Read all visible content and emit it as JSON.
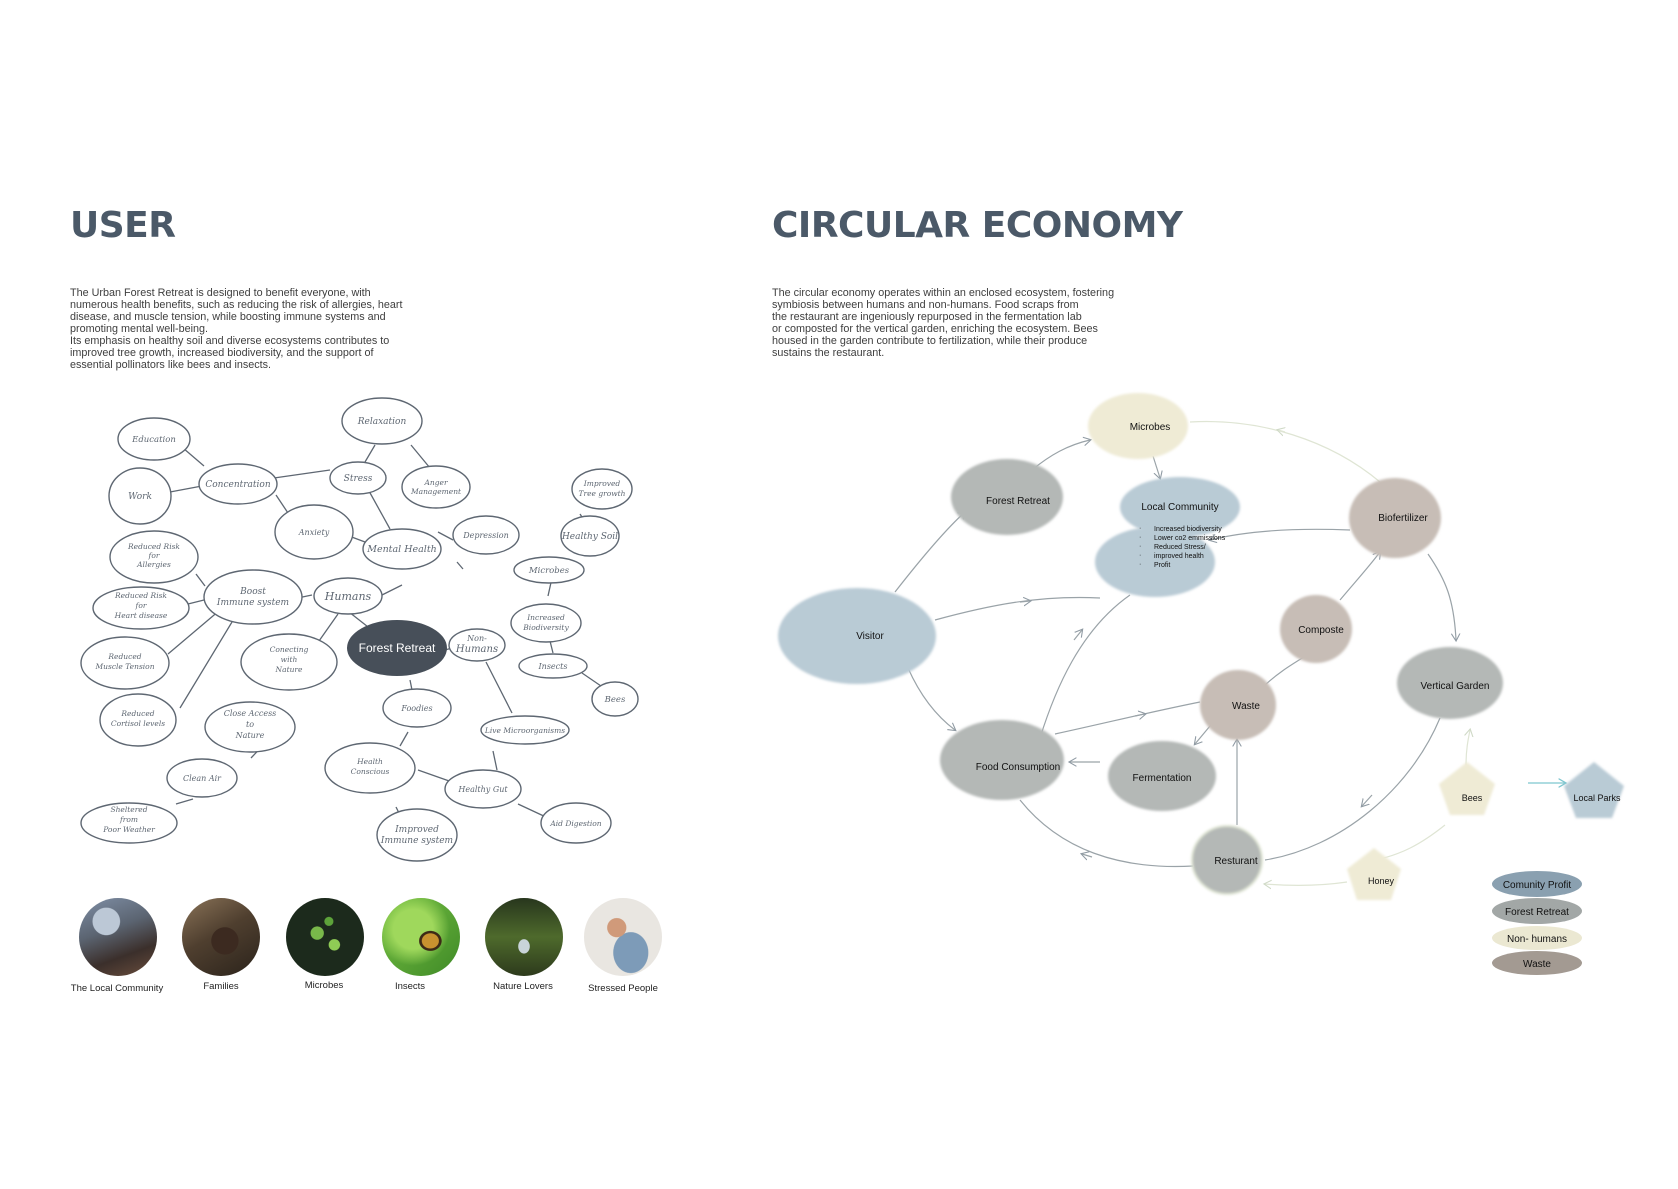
{
  "user": {
    "title": "USER",
    "intro_lines": [
      "The Urban Forest Retreat is designed to benefit everyone, with",
      "numerous health benefits, such as reducing the risk of allergies, heart",
      "disease, and muscle tension, while boosting immune systems and",
      "promoting mental well-being.",
      "Its emphasis on healthy soil and diverse ecosystems contributes to",
      "improved tree growth, increased biodiversity, and the support of",
      "essential pollinators like bees and insects."
    ],
    "mindmap": {
      "center": "Forest Retreat",
      "nodes": {
        "education": "Education",
        "relaxation": "Relaxation",
        "work": "Work",
        "concentration": "Concentration",
        "stress": "Stress",
        "anger": "Anger Management",
        "anxiety": "Anxiety",
        "mental_health": "Mental Health",
        "depression": "Depression",
        "improved_tree": "Improved Tree growth",
        "healthy_soil": "Healthy Soil",
        "microbes": "Microbes",
        "risk_allergies": "Reduced Risk for Allergies",
        "boost_immune": "Boost Immune system",
        "humans": "Humans",
        "risk_heart": "Reduced Risk for Heart disease",
        "increased_bio": "Increased Biodiversity",
        "non_humans": "Non- Humans",
        "muscle": "Reduced Muscle Tension",
        "connecting": "Conecting with Nature",
        "insects": "Insects",
        "bees": "Bees",
        "foodies": "Foodies",
        "cortisol": "Reduced Cortisol levels",
        "close_access": "Close Access to Nature",
        "live_micro": "Live Microorganisms",
        "clean_air": "Clean Air",
        "health_conscious": "Health Conscious",
        "healthy_gut": "Healthy Gut",
        "sheltered": "Sheltered from Poor Weather",
        "improved_immune": "Improved Immune system",
        "aid_digestion": "Aid Digestion"
      }
    },
    "groups": [
      {
        "label": "The Local Community"
      },
      {
        "label": "Families"
      },
      {
        "label": "Microbes"
      },
      {
        "label": "Insects"
      },
      {
        "label": "Nature Lovers"
      },
      {
        "label": "Stressed People"
      }
    ]
  },
  "circular": {
    "title": "CIRCULAR ECONOMY",
    "intro_lines": [
      "The circular economy operates within an enclosed ecosystem, fostering",
      "symbiosis between humans and non-humans. Food scraps from",
      "the restaurant are ingeniously repurposed in the fermentation lab",
      "or composted for the vertical garden, enriching the ecosystem. Bees",
      "housed in the garden contribute to fertilization, while their produce",
      "sustains the restaurant."
    ],
    "nodes": {
      "microbes": "Microbes",
      "forest_retreat": "Forest Retreat",
      "local_community": "Local Community",
      "biofertilizer": "Biofertilizer",
      "visitor": "Visitor",
      "composte": "Composte",
      "vertical_garden": "Vertical Garden",
      "waste": "Waste",
      "food_consumption": "Food Consumption",
      "fermentation": "Fermentation",
      "bees": "Bees",
      "local_parks": "Local Parks",
      "resturant": "Resturant",
      "honey": "Honey"
    },
    "benefits": [
      "Increased biodiversity",
      "Lower co2 emmissions",
      "Reduced Stress/",
      "improved health",
      "Profit"
    ],
    "legend": [
      {
        "label": "Comunity Profit",
        "color": "#8aa0b0"
      },
      {
        "label": "Forest Retreat",
        "color": "#a2a7a6"
      },
      {
        "label": "Non- humans",
        "color": "#ebe8d2"
      },
      {
        "label": "Waste",
        "color": "#a39a92"
      }
    ],
    "colors": {
      "community": "#b9cbd5",
      "forest": "#b4b8b6",
      "nonhuman": "#efebd5",
      "waste": "#c7bdb6"
    }
  }
}
